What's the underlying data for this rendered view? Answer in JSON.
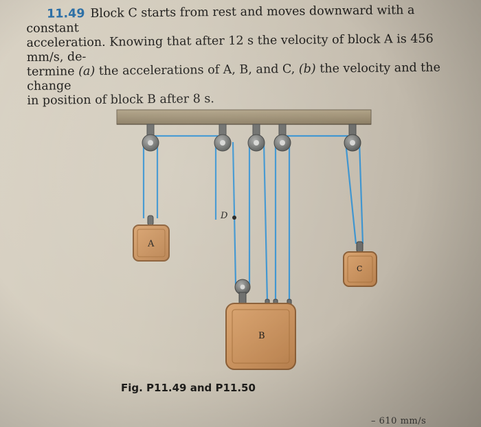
{
  "problem": {
    "number": "11.49",
    "line1_pre": "Block C starts from rest and moves downward with a constant",
    "line2": "acceleration. Knowing that after 12 s the velocity of block A is 456 mm/s, de-",
    "line3_pre": "termine",
    "line3_a": "(a)",
    "line3_mid": "the accelerations of A, B, and C,",
    "line3_b": "(b)",
    "line3_post": "the velocity and the change",
    "line4": "in position of block B after 8 s."
  },
  "figure": {
    "label_a": "A",
    "label_b": "B",
    "label_c": "C",
    "label_d": "D",
    "caption": "Fig. P11.49 and P11.50"
  },
  "footer_fragment": "– 610 mm/s"
}
